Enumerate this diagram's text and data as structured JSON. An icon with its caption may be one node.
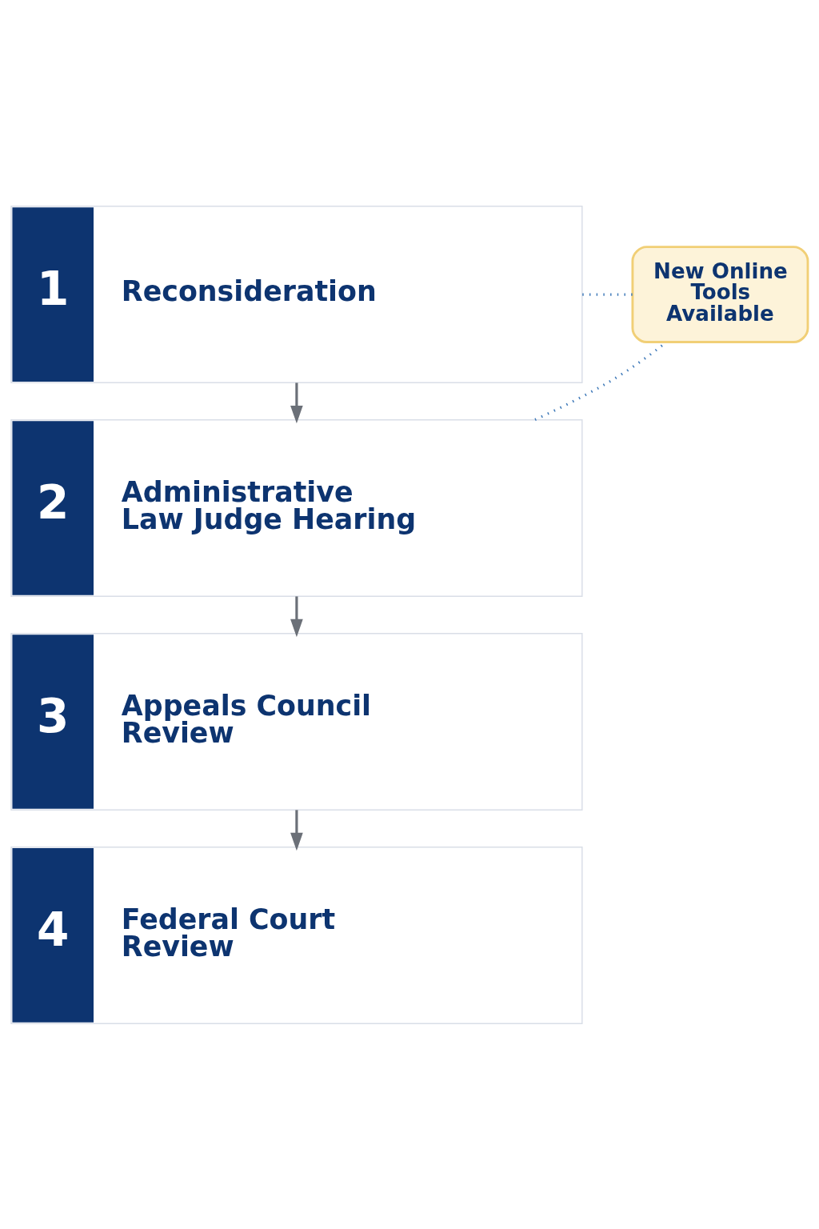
{
  "diagram": {
    "nodes": [
      {
        "text": [
          "1",
          "Reconsideration"
        ]
      },
      {
        "text": [
          "2",
          "Administrative Law Judge Hearing"
        ]
      },
      {
        "text": [
          "3",
          "Appeals Council Review"
        ]
      },
      {
        "text": [
          "4",
          "Federal Court Review"
        ]
      },
      {
        "text": [
          "New Online Tools Available"
        ]
      }
    ],
    "edges": [
      {
        "from": 0,
        "to": 1,
        "arrow": "to"
      },
      {
        "from": 1,
        "to": 2,
        "arrow": "to"
      },
      {
        "from": 2,
        "to": 3,
        "arrow": "to"
      },
      {
        "from": 0,
        "to": 4,
        "arrow": "none",
        "style": "dashed",
        "color": "#3d78b8"
      },
      {
        "from": 1,
        "to": 4,
        "arrow": "none",
        "style": "dashed",
        "color": "#3d78b8"
      }
    ]
  }
}
